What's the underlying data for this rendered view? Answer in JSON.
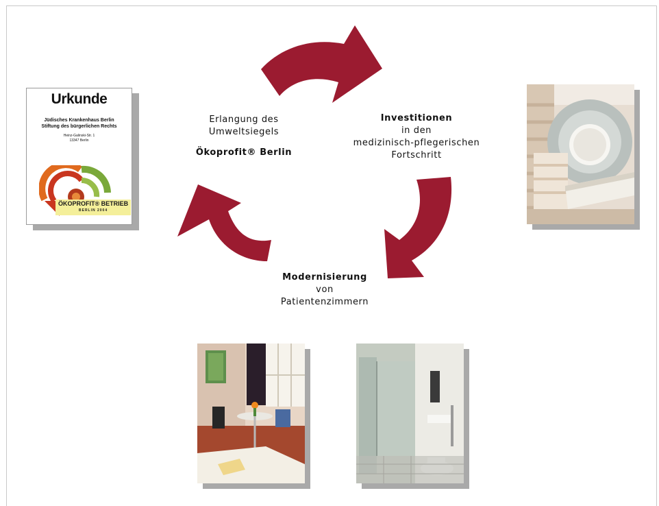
{
  "steps": {
    "seal": {
      "line1": "Erlangung des",
      "line2": "Umweltsiegels",
      "bold": "Ökoprofit® Berlin"
    },
    "invest": {
      "bold": "Investitionen",
      "line1": "in den",
      "line2": "medizinisch-pflegerischen",
      "line3": "Fortschritt"
    },
    "modern": {
      "bold": "Modernisierung",
      "line1": "von",
      "line2": "Patientenzimmern"
    }
  },
  "certificate": {
    "title": "Urkunde",
    "org1": "Jüdisches Krankenhaus Berlin",
    "org2": "Stiftung des bürgerlichen Rechts",
    "street": "Heinz-Galinski-Str. 1",
    "city": "13347 Berlin",
    "seal_name": "ÖKOPROFIT® BETRIEB",
    "seal_year": "BERLIN 2004"
  },
  "colors": {
    "arrow": "#9b1b30",
    "shadow": "#a9a9a9"
  }
}
